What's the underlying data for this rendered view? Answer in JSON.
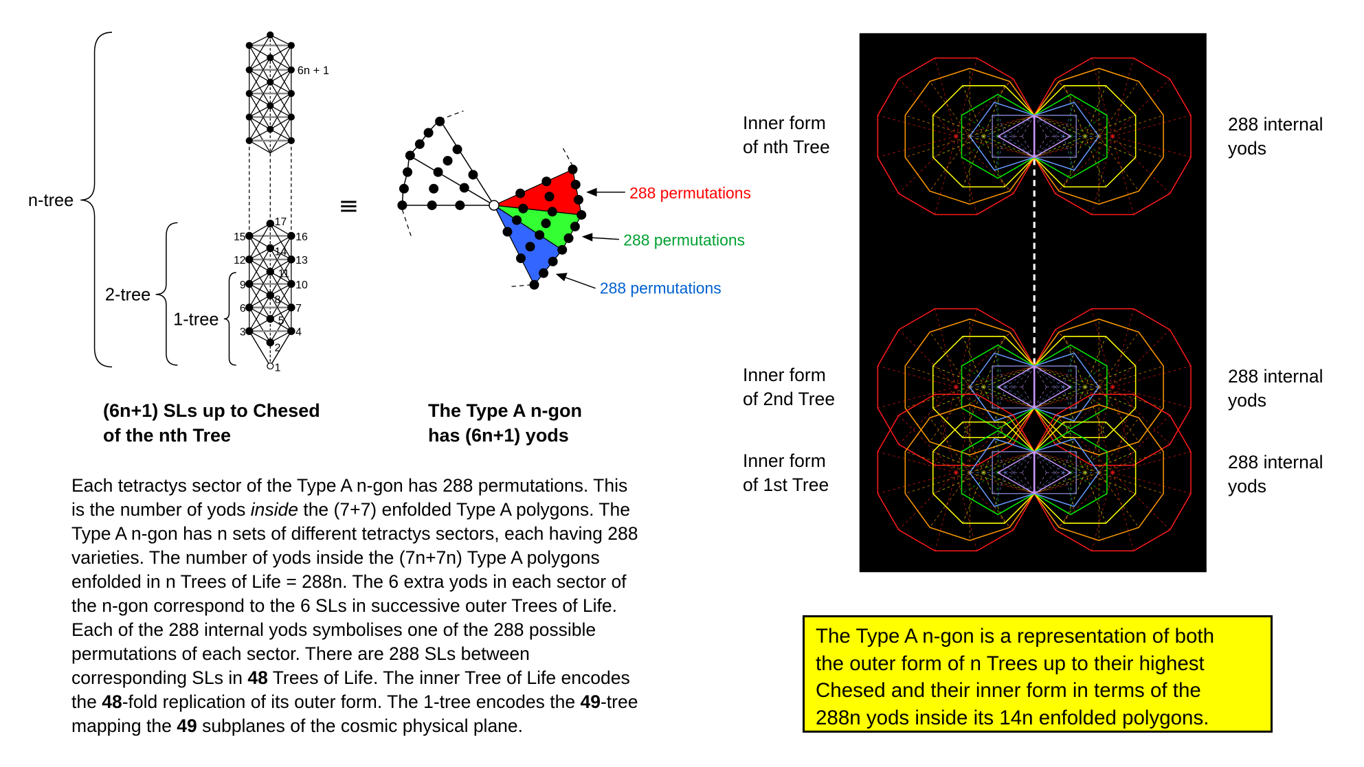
{
  "tree_diagram": {
    "brace_labels": {
      "n_tree": "n-tree",
      "two_tree": "2-tree",
      "one_tree": "1-tree"
    },
    "top_label": "6n + 1",
    "node_numbers": [
      "1",
      "2",
      "3",
      "4",
      "5",
      "6",
      "7",
      "8",
      "9",
      "10",
      "11",
      "12",
      "13",
      "14",
      "15",
      "16",
      "17"
    ],
    "equivalence_symbol": "≡",
    "caption": [
      "(6n+1) SLs up to Chesed",
      "of the nth Tree"
    ]
  },
  "ngon_diagram": {
    "sector_labels": [
      {
        "text": "288 permutations",
        "color": "#ff0000"
      },
      {
        "text": "288 permutations",
        "color": "#00a030"
      },
      {
        "text": "288 permutations",
        "color": "#0060d0"
      }
    ],
    "sector_fill_colors": [
      "#ff0000",
      "#33ff33",
      "#3366ff"
    ],
    "caption": [
      "The Type A n-gon",
      "has (6n+1) yods"
    ]
  },
  "polygon_panel": {
    "polygon_colors": {
      "12": "#ff1a1a",
      "10": "#ff9900",
      "8": "#ffff00",
      "6": "#00ee00",
      "5": "#6699ff",
      "4": "#7777bb",
      "3": "#cc99ff"
    },
    "trees": [
      {
        "left_label": [
          "Inner form",
          "of nth Tree"
        ],
        "right_label": [
          "288 internal",
          "yods"
        ]
      },
      {
        "left_label": [
          "Inner form",
          "of 2nd Tree"
        ],
        "right_label": [
          "288 internal",
          "yods"
        ]
      },
      {
        "left_label": [
          "Inner form",
          "of 1st Tree"
        ],
        "right_label": [
          "288 internal",
          "yods"
        ]
      }
    ]
  },
  "paragraph": [
    [
      [
        "Each tetractys sector of the Type A n-gon has 288 permutations. This",
        ""
      ]
    ],
    [
      [
        "is the number of yods ",
        ""
      ],
      [
        "inside",
        "i"
      ],
      [
        " the (7+7) enfolded Type A polygons. The",
        ""
      ]
    ],
    [
      [
        "Type A n-gon has n sets of different tetractys sectors, each having 288",
        ""
      ]
    ],
    [
      [
        "varieties. The number of yods inside the (7n+7n) Type A polygons",
        ""
      ]
    ],
    [
      [
        "enfolded in n Trees of Life = 288n. The 6 extra yods in each sector of",
        ""
      ]
    ],
    [
      [
        "the n-gon correspond to the 6 SLs in successive outer Trees of Life.",
        ""
      ]
    ],
    [
      [
        "Each of the 288 internal yods symbolises one of the 288 possible",
        ""
      ]
    ],
    [
      [
        "permutations of each sector. There are 288 SLs between",
        ""
      ]
    ],
    [
      [
        "corresponding SLs in ",
        ""
      ],
      [
        "48",
        "b"
      ],
      [
        " Trees of Life. The inner Tree of Life encodes",
        ""
      ]
    ],
    [
      [
        "the ",
        ""
      ],
      [
        "48",
        "b"
      ],
      [
        "-fold replication of its outer form. The 1-tree encodes the ",
        ""
      ],
      [
        "49",
        "b"
      ],
      [
        "-tree",
        ""
      ]
    ],
    [
      [
        "mapping the ",
        ""
      ],
      [
        "49",
        "b"
      ],
      [
        " subplanes of the cosmic physical plane.",
        ""
      ]
    ]
  ],
  "note_box": {
    "lines": [
      "The Type A n-gon is a representation of both",
      "the outer form of n Trees up to their highest",
      "Chesed and their inner form in terms of the",
      "288n yods inside its 14n enfolded polygons."
    ],
    "background": "#ffff00"
  }
}
